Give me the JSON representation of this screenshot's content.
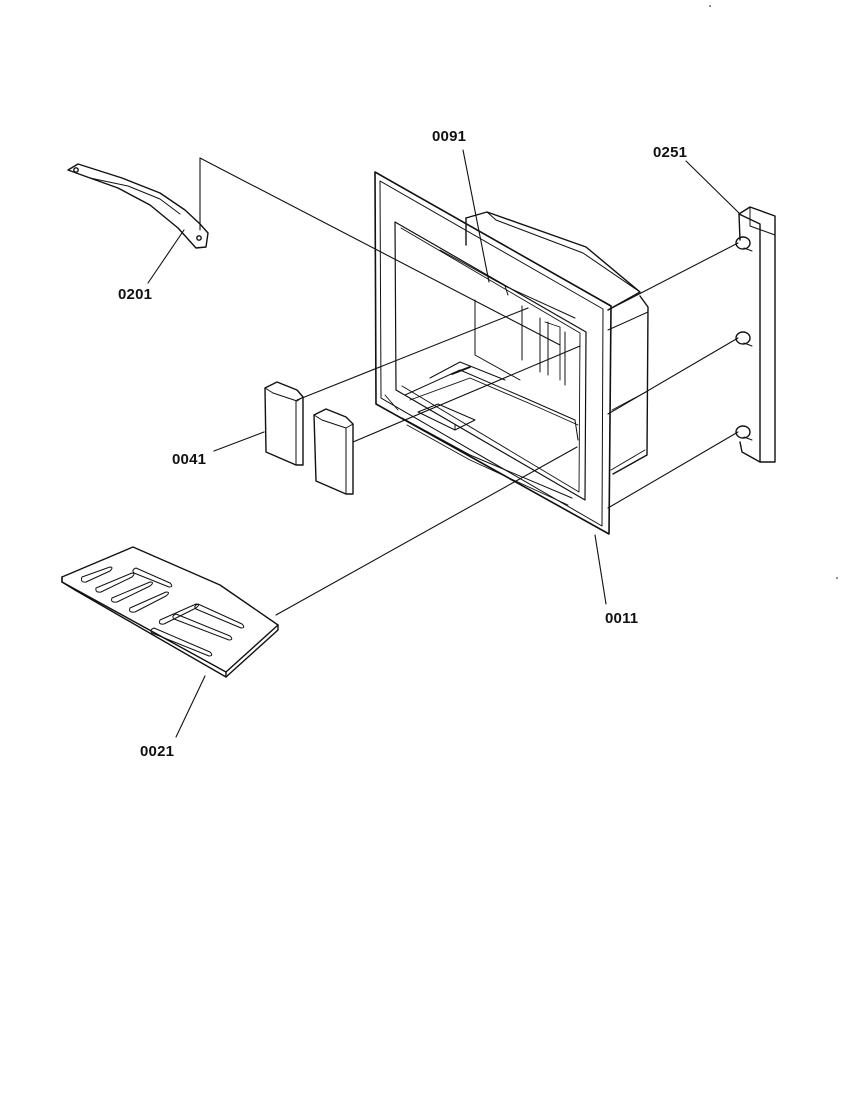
{
  "diagram": {
    "parts": [
      {
        "id": "0091",
        "label": "0091"
      },
      {
        "id": "0251",
        "label": "0251"
      },
      {
        "id": "0201",
        "label": "0201"
      },
      {
        "id": "0041",
        "label": "0041"
      },
      {
        "id": "0011",
        "label": "0011"
      },
      {
        "id": "0021",
        "label": "0021"
      }
    ],
    "colors": {
      "line": "#111111",
      "paper": "#ffffff"
    }
  }
}
